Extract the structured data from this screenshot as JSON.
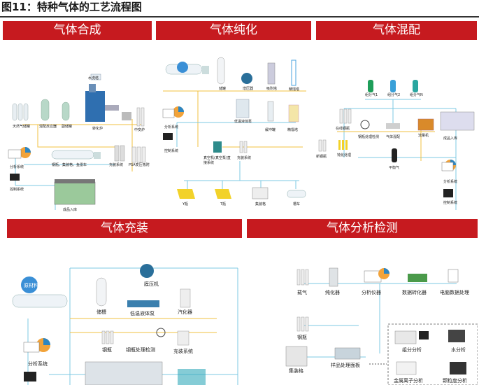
{
  "figure": {
    "title": "图11：特种气体的工艺流程图"
  },
  "sections": {
    "synthesis": "气体合成",
    "purification": "气体纯化",
    "mixing": "气体混配",
    "filling": "气体充装",
    "analysis": "气体分析检测"
  },
  "synthesis": {
    "tower": "水洗塔",
    "natural_gas": "天然气储罐",
    "pre_reactor": "混配反应器",
    "decompose": "副储罐",
    "furnace": "转化炉",
    "cooling": "中变炉",
    "analysis": "分析系统",
    "control": "控制系统",
    "trucks": "钢瓶、集装格、鱼雷车",
    "filling": "充装系统",
    "psa": "PSA变压吸附",
    "warehouse": "成品入库"
  },
  "purification": {
    "tank": "储罐",
    "compressor": "增压器",
    "adsorber": "吸附塔",
    "rectifier": "精馏塔",
    "analysis": "分析系统",
    "control": "控制系统",
    "cryo_pump": "低温液体泵",
    "buffer": "缓冲罐",
    "tank2": "精馏塔",
    "vacuum": "真空机(真空泵)直接系统",
    "filling": "充装系统",
    "y_cyl": "Y瓶",
    "t_cyl": "T瓶",
    "bundle": "集装格",
    "truck": "槽车"
  },
  "mixing": {
    "comp1": "组分气1",
    "comp2": "组分气2",
    "compn": "组分气N",
    "online": "在线钢瓶",
    "cyl_process": "钢瓶处理检测",
    "mix_gas": "气体混配",
    "meter": "流量机",
    "product_in": "成品入库",
    "purify": "钝化处理",
    "new_cyl": "新钢瓶",
    "balance_gas": "平衡气",
    "analysis": "分析系统",
    "control": "控制系统"
  },
  "filling": {
    "raw": "原材料",
    "compressor": "膜压机",
    "tank": "储槽",
    "cryo_pump": "低温液体泵",
    "vaporizer": "汽化器",
    "cylinder": "钢瓶",
    "cyl_check": "钢瓶处理检测",
    "fill_sys": "充装系统",
    "analysis": "分析系统"
  },
  "analysis": {
    "carrier": "载气",
    "purifier": "纯化器",
    "instrument": "分析仪器",
    "converter": "数据转化器",
    "pc": "电脑数据处理",
    "cylinder": "钢瓶",
    "bundle": "集装格",
    "sample_panel": "样品处理面板",
    "component": "组分分析",
    "water": "水分析",
    "metal_ion": "金属离子分析",
    "particle": "颗粒度分析"
  }
}
